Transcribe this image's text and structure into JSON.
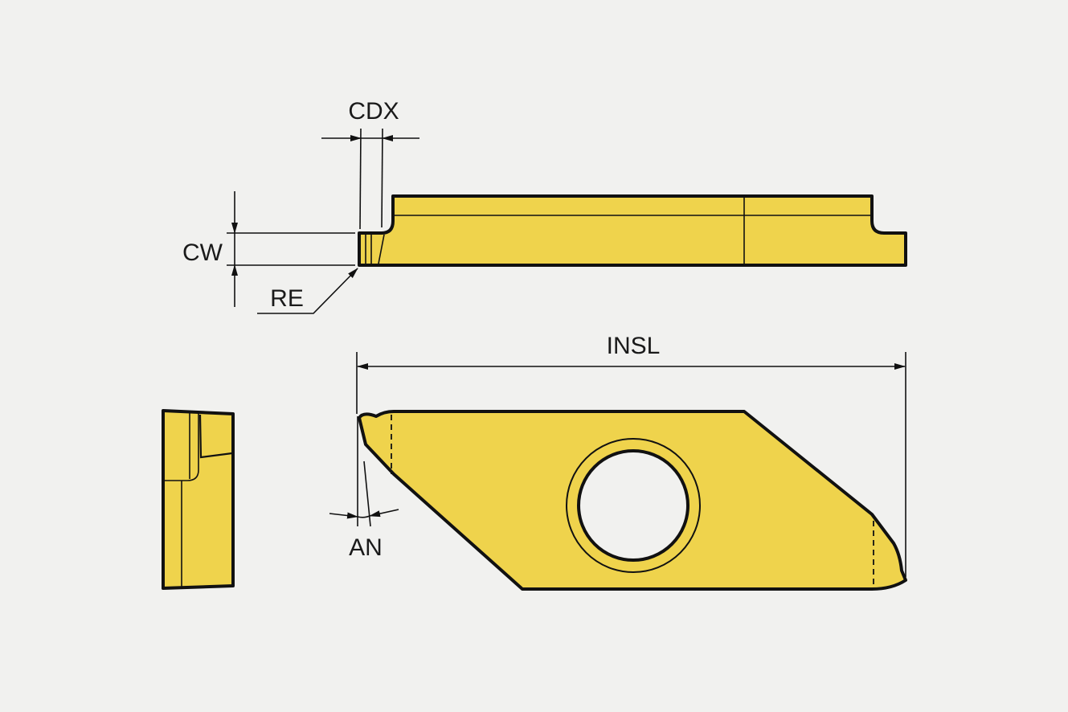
{
  "labels": {
    "cdx": "CDX",
    "cw": "CW",
    "re": "RE",
    "insl": "INSL",
    "an": "AN"
  },
  "colors": {
    "insert_fill": "#efd34c",
    "outline": "#111111",
    "background": "#f1f1ef"
  }
}
